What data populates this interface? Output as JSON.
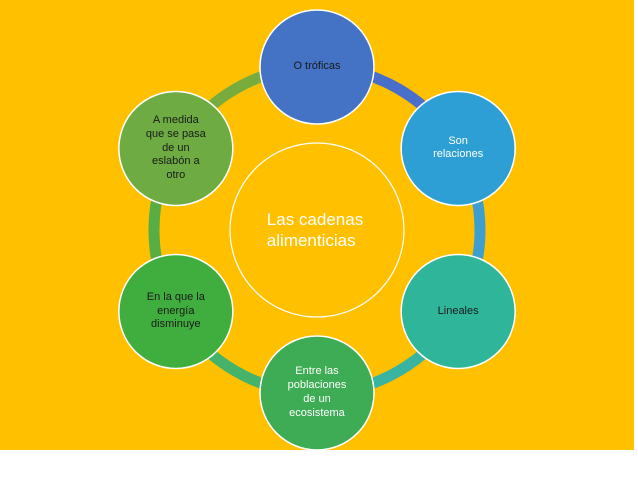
{
  "center": {
    "label": "Las cadenas\nalimenticias"
  },
  "nodes": [
    {
      "label": "O tróficas",
      "color": "#4472c4",
      "text_color": "#1a1a1a"
    },
    {
      "label": "Son\nrelaciones",
      "color": "#2e9fd4",
      "text_color": "#ffffff"
    },
    {
      "label": "Lineales",
      "color": "#2fb59a",
      "text_color": "#1a1a1a"
    },
    {
      "label": "Entre las\npoblaciones\nde un\necosistema",
      "color": "#3dac54",
      "text_color": "#ffffff"
    },
    {
      "label": "En la que la\nenergía\ndisminuye",
      "color": "#40ad3f",
      "text_color": "#1a1a1a"
    },
    {
      "label": "A medida\nque se pasa\nde un\neslabón a\notro",
      "color": "#6eac43",
      "text_color": "#1a1a1a"
    }
  ],
  "ring": {
    "colors": [
      "#4a6fca",
      "#3d9fd0",
      "#39b4a0",
      "#45b36a",
      "#58ad45",
      "#78ad3d"
    ]
  },
  "background": {
    "slide": "#ffc000",
    "page": "#ffffff"
  }
}
